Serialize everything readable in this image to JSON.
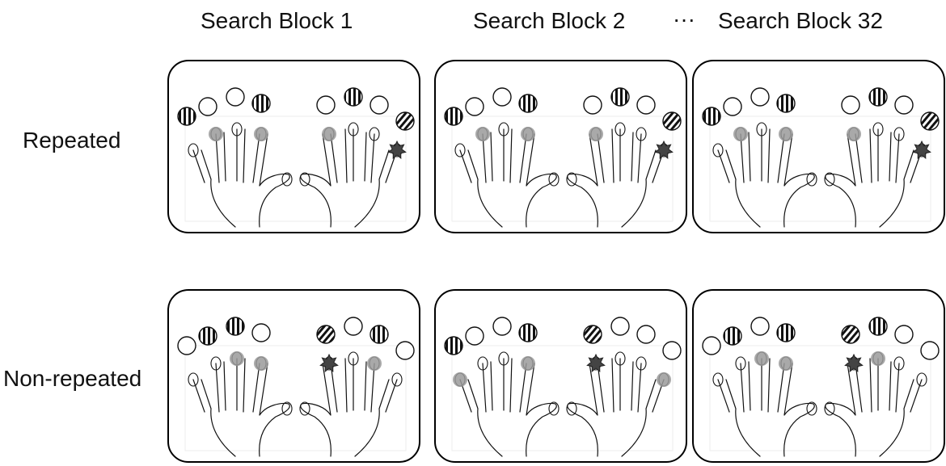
{
  "column_titles": [
    "Search Block 1",
    "Search Block 2",
    "Search Block 32"
  ],
  "ellipsis": "···",
  "row_labels": [
    "Repeated",
    "Non-repeated"
  ],
  "colors": {
    "highlight": "#9a9a9a",
    "target": "#444444",
    "outline": "#111111",
    "panel_border": "#000000"
  },
  "icons": {
    "stimulus": "circle-icon",
    "distractor": "striped-circle-icon",
    "target": "star-icon",
    "hand": "hand-outline-icon"
  },
  "panels": [
    {
      "row": "Repeated",
      "block": "Search Block 1",
      "stimuli": [
        "striped-v",
        "open",
        "open",
        "striped-v",
        "open",
        "striped-v",
        "open",
        "striped-d"
      ],
      "highlighted_fingers": [
        2,
        4,
        7
      ],
      "target_finger": 10
    },
    {
      "row": "Repeated",
      "block": "Search Block 2",
      "stimuli": [
        "striped-v",
        "open",
        "open",
        "striped-v",
        "open",
        "striped-v",
        "open",
        "striped-d"
      ],
      "highlighted_fingers": [
        2,
        4,
        7
      ],
      "target_finger": 10
    },
    {
      "row": "Repeated",
      "block": "Search Block 32",
      "stimuli": [
        "striped-v",
        "open",
        "open",
        "striped-v",
        "open",
        "striped-v",
        "open",
        "striped-d"
      ],
      "highlighted_fingers": [
        2,
        4,
        7
      ],
      "target_finger": 10
    },
    {
      "row": "Non-repeated",
      "block": "Search Block 1",
      "stimuli": [
        "open",
        "striped-v",
        "striped-v",
        "open",
        "striped-d",
        "open",
        "striped-v",
        "open"
      ],
      "highlighted_fingers": [
        3,
        4,
        9
      ],
      "target_finger": 7
    },
    {
      "row": "Non-repeated",
      "block": "Search Block 2",
      "stimuli": [
        "striped-v",
        "open",
        "open",
        "striped-v",
        "striped-d",
        "open",
        "open",
        "open"
      ],
      "highlighted_fingers": [
        1,
        4,
        10
      ],
      "target_finger": 7
    },
    {
      "row": "Non-repeated",
      "block": "Search Block 32",
      "stimuli": [
        "open",
        "striped-v",
        "open",
        "striped-v",
        "striped-d",
        "striped-v",
        "open",
        "open"
      ],
      "highlighted_fingers": [
        3,
        4,
        8
      ],
      "target_finger": 7
    }
  ]
}
